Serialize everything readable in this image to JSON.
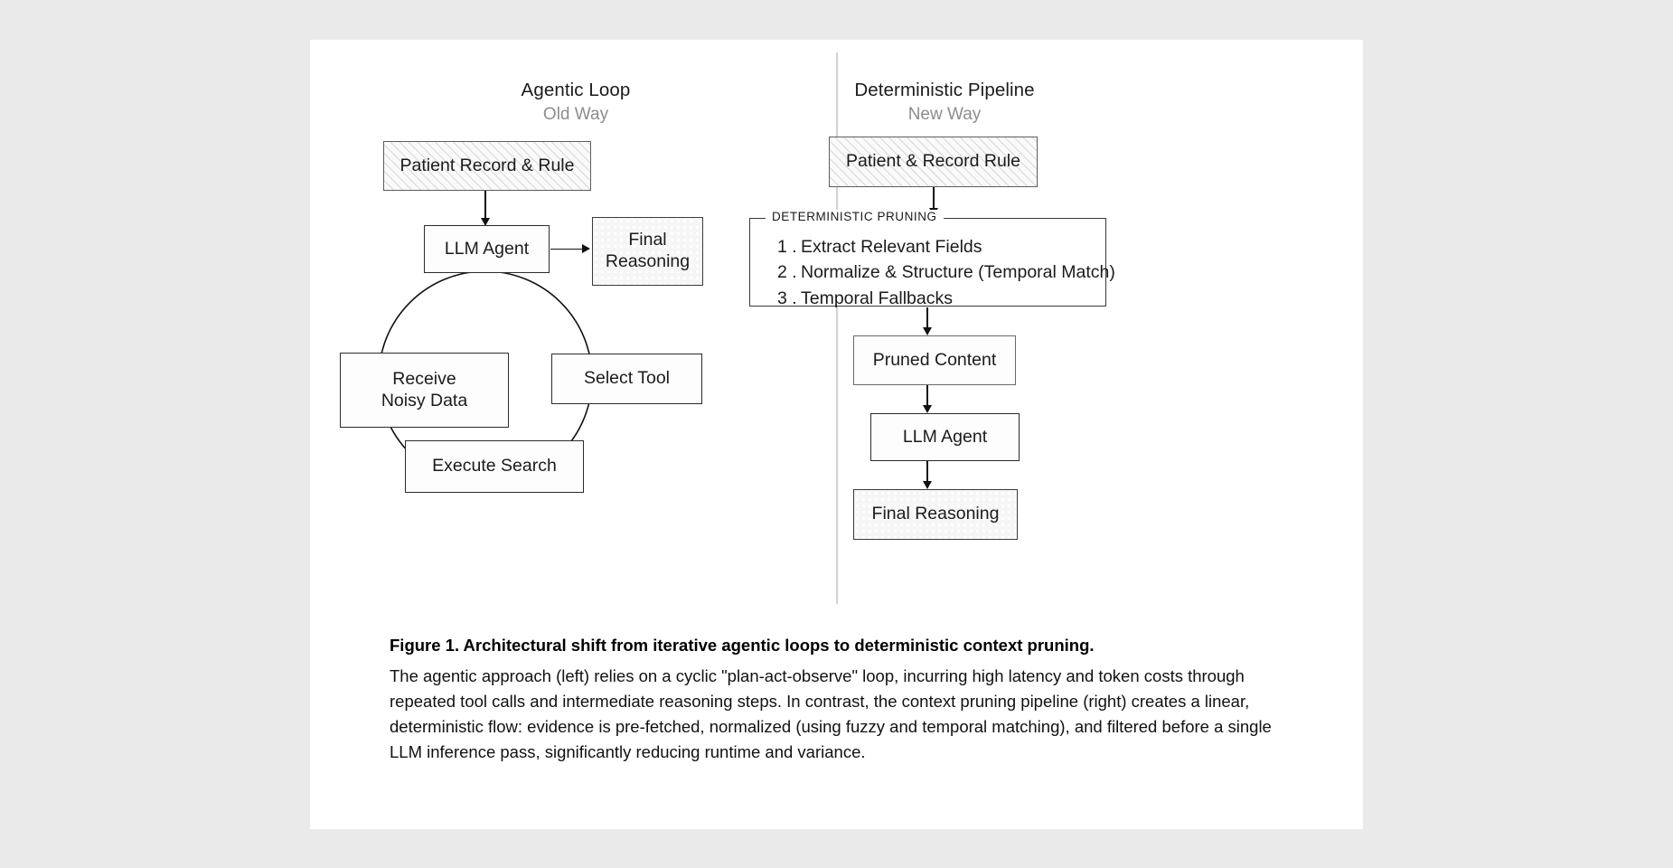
{
  "figure": {
    "left_panel": {
      "title": "Agentic Loop",
      "subtitle": "Old Way",
      "nodes": {
        "input": "Patient Record & Rule",
        "llm_agent": "LLM Agent",
        "final_reasoning": "Final Reasoning",
        "receive_noisy_data": "Receive\nNoisy Data",
        "receive_noisy_data_line1": "Receive",
        "receive_noisy_data_line2": "Noisy Data",
        "select_tool": "Select Tool",
        "execute_search": "Execute Search",
        "final_reasoning_line1": "Final",
        "final_reasoning_line2": "Reasoning"
      }
    },
    "right_panel": {
      "title": "Deterministic Pipeline",
      "subtitle": "New Way",
      "nodes": {
        "input": "Patient & Record Rule",
        "pruned_content": "Pruned Content",
        "llm_agent": "LLM Agent",
        "final_reasoning": "Final Reasoning"
      },
      "pruning_group": {
        "legend": "DETERMINISTIC PRUNING",
        "steps": [
          {
            "num": "1 .",
            "label": "Extract Relevant Fields"
          },
          {
            "num": "2 .",
            "label": "Normalize & Structure (Temporal Match)"
          },
          {
            "num": "3 .",
            "label": "Temporal Fallbacks"
          }
        ]
      }
    },
    "caption": {
      "title": "Figure 1. Architectural shift from iterative agentic loops to deterministic context pruning.",
      "body": "The agentic approach (left) relies on a cyclic \"plan-act-observe\" loop, incurring high latency and token costs through repeated tool calls and intermediate reasoning steps. In contrast, the context pruning pipeline (right) creates a linear, deterministic flow: evidence is pre-fetched, normalized (using fuzzy and temporal matching), and filtered before a single LLM inference pass, significantly reducing runtime and variance."
    },
    "colors": {
      "page_background": "#eaeaea",
      "card_background": "#ffffff",
      "stroke": "#2b2b2b",
      "title_text": "#1b1b1b",
      "subtitle_text": "#8d8d8d",
      "divider": "#d2d2d2"
    }
  }
}
